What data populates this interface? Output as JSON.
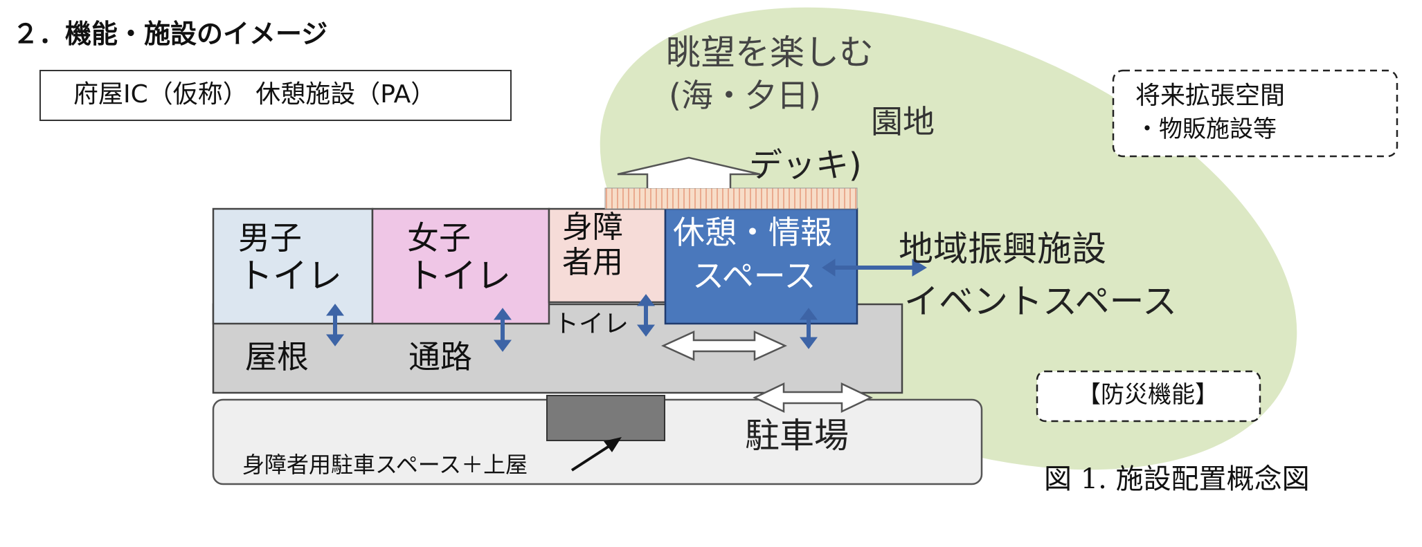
{
  "heading": "２．機能・施設のイメージ",
  "facility_box_label": "府屋IC（仮称） 休憩施設（PA）",
  "future_box": {
    "title": "将来拡張空間",
    "item": "・物販施設等"
  },
  "disaster_box": "【防災機能】",
  "figure_caption": "図 1. 施設配置概念図",
  "area_labels": {
    "view_line1": "眺望を楽しむ",
    "view_line2": "(海・夕日)",
    "garden": "園地",
    "deck": "デッキ)",
    "regional_line1": "地域振興施設",
    "regional_line2": "イベントスペース",
    "parking": "駐車場"
  },
  "rooms": {
    "mens_line1": "男子",
    "mens_line2": "トイレ",
    "womens_line1": "女子",
    "womens_line2": "トイレ",
    "accessible_line1": "身障",
    "accessible_line2": "者用",
    "accessible_line3": "トイレ",
    "rest_line1": "休憩・情報",
    "rest_line2": "スペース",
    "roof": "屋根",
    "passage": "通路"
  },
  "accessible_parking_label": "身障者用駐車スペース＋上屋",
  "colors": {
    "green_area": "#dce8c4",
    "mens": "#dce6f0",
    "womens": "#efc6e6",
    "accessible": "#f6dcd8",
    "rest": "#4a78bc",
    "corridor": "#d0d0d0",
    "parking": "#efefef",
    "accessible_parking": "#7a7a7a",
    "arrow_blue": "#3d64a6",
    "deck": "#f7ddc8"
  }
}
